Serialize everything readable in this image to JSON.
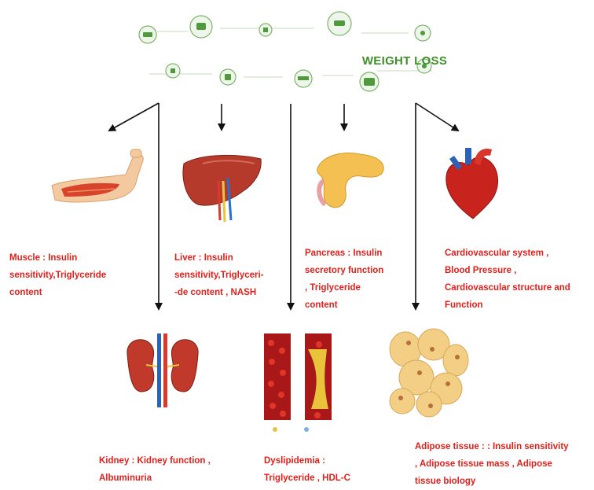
{
  "banner": {
    "title": "WEIGHT LOSS"
  },
  "labels": {
    "muscle": "Muscle : Insulin\nsensitivity,Triglyceride\ncontent",
    "liver": "Liver : Insulin\nsensitivity,Triglyceri-\n-de content , NASH",
    "pancreas": "Pancreas : Insulin\nsecretory function\n, Triglyceride\ncontent",
    "cardio": "Cardiovascular system ,\nBlood Pressure ,\nCardiovascular structure and\nFunction",
    "kidney": "Kidney : Kidney function ,\nAlbuminuria",
    "dyslipidemia": "Dyslipidemia :\nTriglyceride , HDL-C",
    "adipose": "Adipose tissue : : Insulin sensitivity\n, Adipose tissue mass , Adipose\ntissue biology"
  },
  "colors": {
    "label_red": "#e0201b",
    "banner_green": "#3f8f2a",
    "arrow": "#111111"
  }
}
